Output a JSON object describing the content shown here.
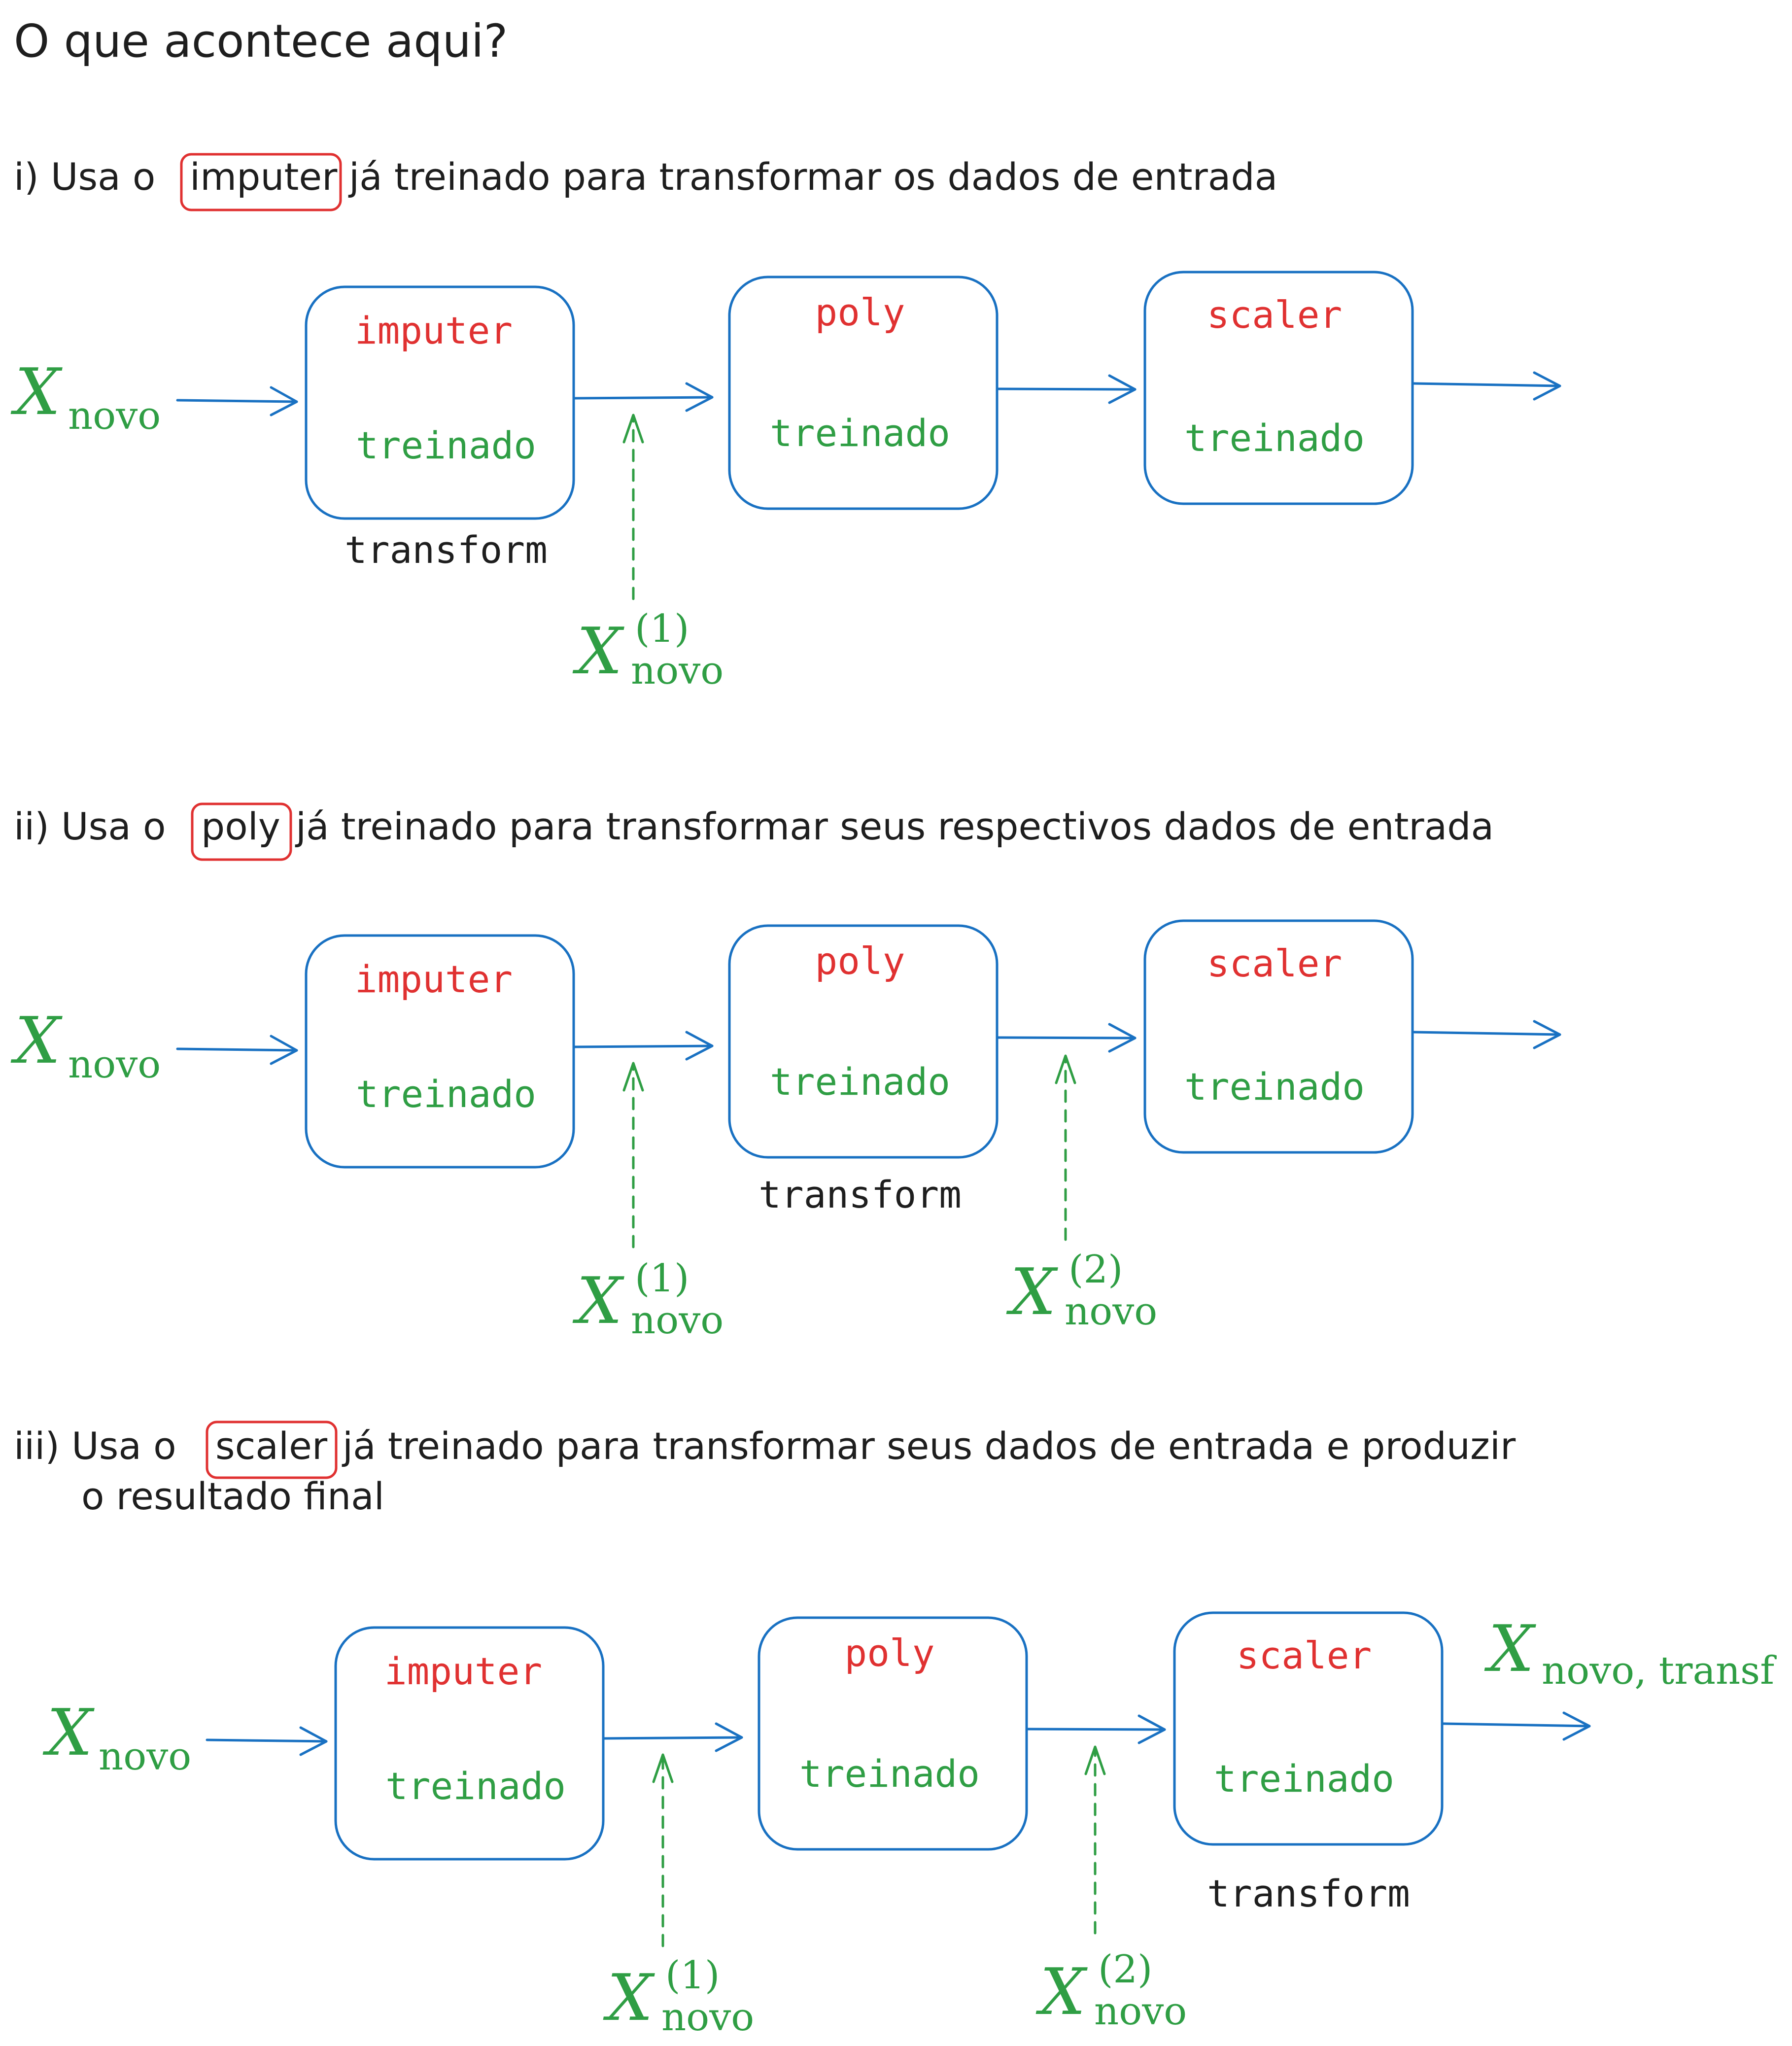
{
  "title": "O que acontece aqui?",
  "sections": [
    {
      "pre": "i) Usa o",
      "highlight": "imputer",
      "post": "já treinado para transformar os dados de entrada",
      "post2": "",
      "transform_label": "transform",
      "input_label": "X",
      "input_sub": "novo",
      "dashed_inputs": [
        {
          "base": "X",
          "sup": "(1)",
          "sub": "novo"
        }
      ],
      "output": null
    },
    {
      "pre": "ii) Usa o",
      "highlight": "poly",
      "post": "já treinado para transformar seus respectivos dados de entrada",
      "post2": "",
      "transform_label": "transform",
      "input_label": "X",
      "input_sub": "novo",
      "dashed_inputs": [
        {
          "base": "X",
          "sup": "(1)",
          "sub": "novo"
        },
        {
          "base": "X",
          "sup": "(2)",
          "sub": "novo"
        }
      ],
      "output": null
    },
    {
      "pre": "iii) Usa o",
      "highlight": "scaler",
      "post": "já treinado para transformar seus dados de entrada e produzir",
      "post2": "o resultado final",
      "transform_label": "transform",
      "input_label": "X",
      "input_sub": "novo",
      "dashed_inputs": [
        {
          "base": "X",
          "sup": "(1)",
          "sub": "novo"
        },
        {
          "base": "X",
          "sup": "(2)",
          "sub": "novo"
        }
      ],
      "output": {
        "base": "X",
        "sub": "novo, transf"
      }
    }
  ],
  "boxes": [
    {
      "name": "imputer",
      "state": "treinado"
    },
    {
      "name": "poly",
      "state": "treinado"
    },
    {
      "name": "scaler",
      "state": "treinado"
    }
  ],
  "colors": {
    "box_stroke": "#1971c2",
    "box_name": "#e03131",
    "box_state": "#2f9e44",
    "math": "#2f9e44",
    "highlight": "#e03131",
    "text": "#1e1e1e"
  }
}
